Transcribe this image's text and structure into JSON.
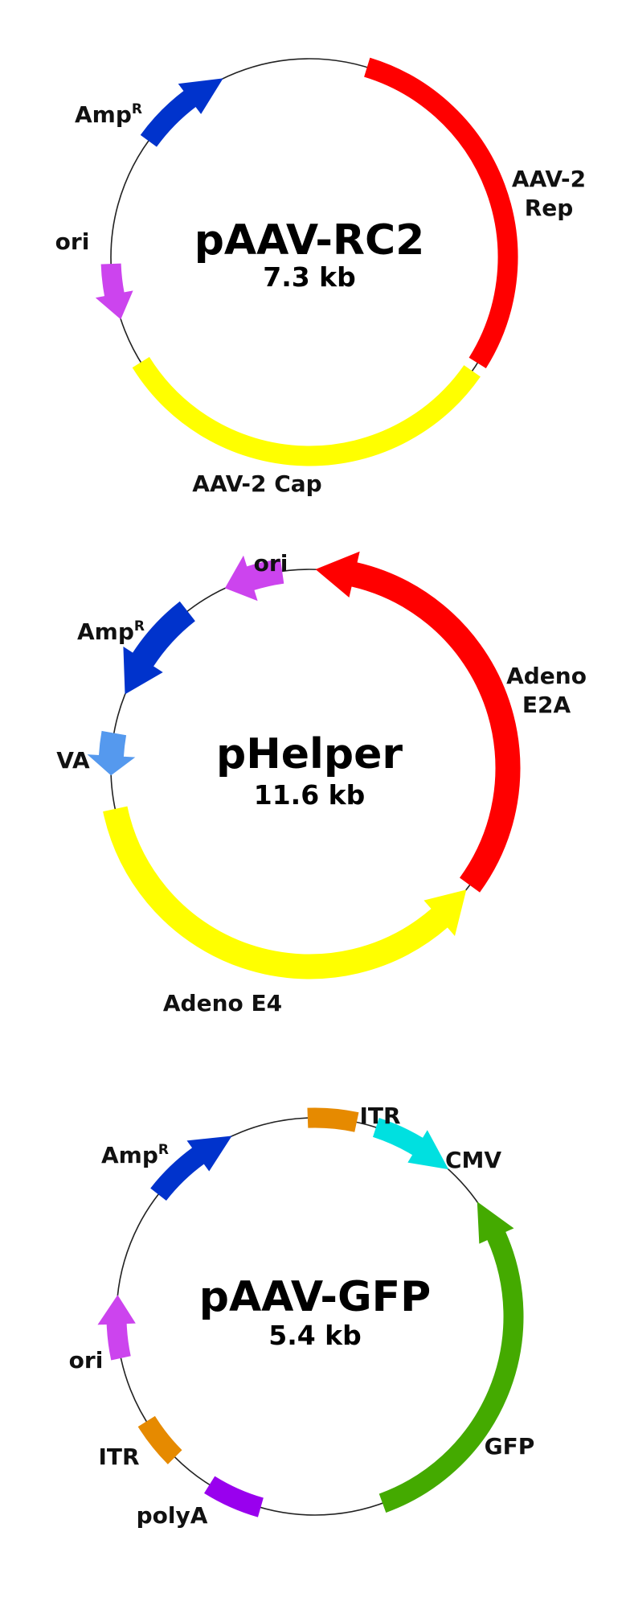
{
  "plasmids": [
    {
      "name": "pAAV-RC2",
      "size": "7.3 kb",
      "features": [
        {
          "label": "AAV-2 Rep",
          "color": "#ff0000",
          "shape": "segment"
        },
        {
          "label": "AAV-2 Cap",
          "color": "#ffff00",
          "shape": "segment"
        },
        {
          "label": "ori",
          "color": "#cc44ee",
          "shape": "arrow"
        },
        {
          "label": "AmpR",
          "color": "#0033cc",
          "shape": "arrow"
        }
      ]
    },
    {
      "name": "pHelper",
      "size": "11.6 kb",
      "features": [
        {
          "label": "Adeno E2A",
          "color": "#ff0000",
          "shape": "arrow"
        },
        {
          "label": "Adeno E4",
          "color": "#ffff00",
          "shape": "arrow"
        },
        {
          "label": "ori",
          "color": "#cc44ee",
          "shape": "arrow"
        },
        {
          "label": "AmpR",
          "color": "#0033cc",
          "shape": "arrow"
        },
        {
          "label": "VA",
          "color": "#5599ee",
          "shape": "arrow"
        }
      ]
    },
    {
      "name": "pAAV-GFP",
      "size": "5.4 kb",
      "features": [
        {
          "label": "ITR",
          "color": "#e68a00",
          "shape": "segment"
        },
        {
          "label": "CMV",
          "color": "#00e0e0",
          "shape": "arrow"
        },
        {
          "label": "GFP",
          "color": "#44aa00",
          "shape": "arrow"
        },
        {
          "label": "polyA",
          "color": "#9900ee",
          "shape": "segment"
        },
        {
          "label": "ITR",
          "color": "#e68a00",
          "shape": "segment"
        },
        {
          "label": "ori",
          "color": "#cc44ee",
          "shape": "arrow"
        },
        {
          "label": "AmpR",
          "color": "#0033cc",
          "shape": "arrow"
        }
      ]
    }
  ]
}
